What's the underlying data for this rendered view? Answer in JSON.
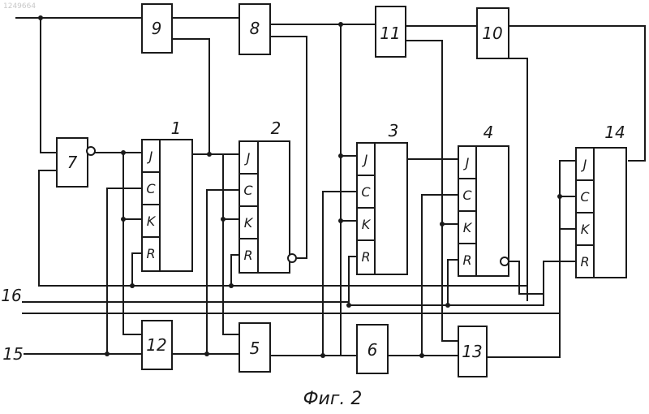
{
  "watermark": "1249664",
  "caption": "Фиг. 2",
  "blocks": {
    "b9": "9",
    "b8": "8",
    "b11": "11",
    "b10": "10",
    "b7": "7",
    "b12": "12",
    "b5": "5",
    "b6": "6",
    "b13": "13"
  },
  "flipflops": {
    "ff1": {
      "label": "1",
      "pins": [
        "J",
        "C",
        "K",
        "R"
      ]
    },
    "ff2": {
      "label": "2",
      "pins": [
        "J",
        "C",
        "K",
        "R"
      ]
    },
    "ff3": {
      "label": "3",
      "pins": [
        "J",
        "C",
        "K",
        "R"
      ]
    },
    "ff4": {
      "label": "4",
      "pins": [
        "J",
        "C",
        "K",
        "R"
      ]
    },
    "ff14": {
      "label": "14",
      "pins": [
        "J",
        "C",
        "K",
        "R"
      ]
    }
  },
  "bus_labels": {
    "bus16": "16",
    "bus15": "15"
  }
}
